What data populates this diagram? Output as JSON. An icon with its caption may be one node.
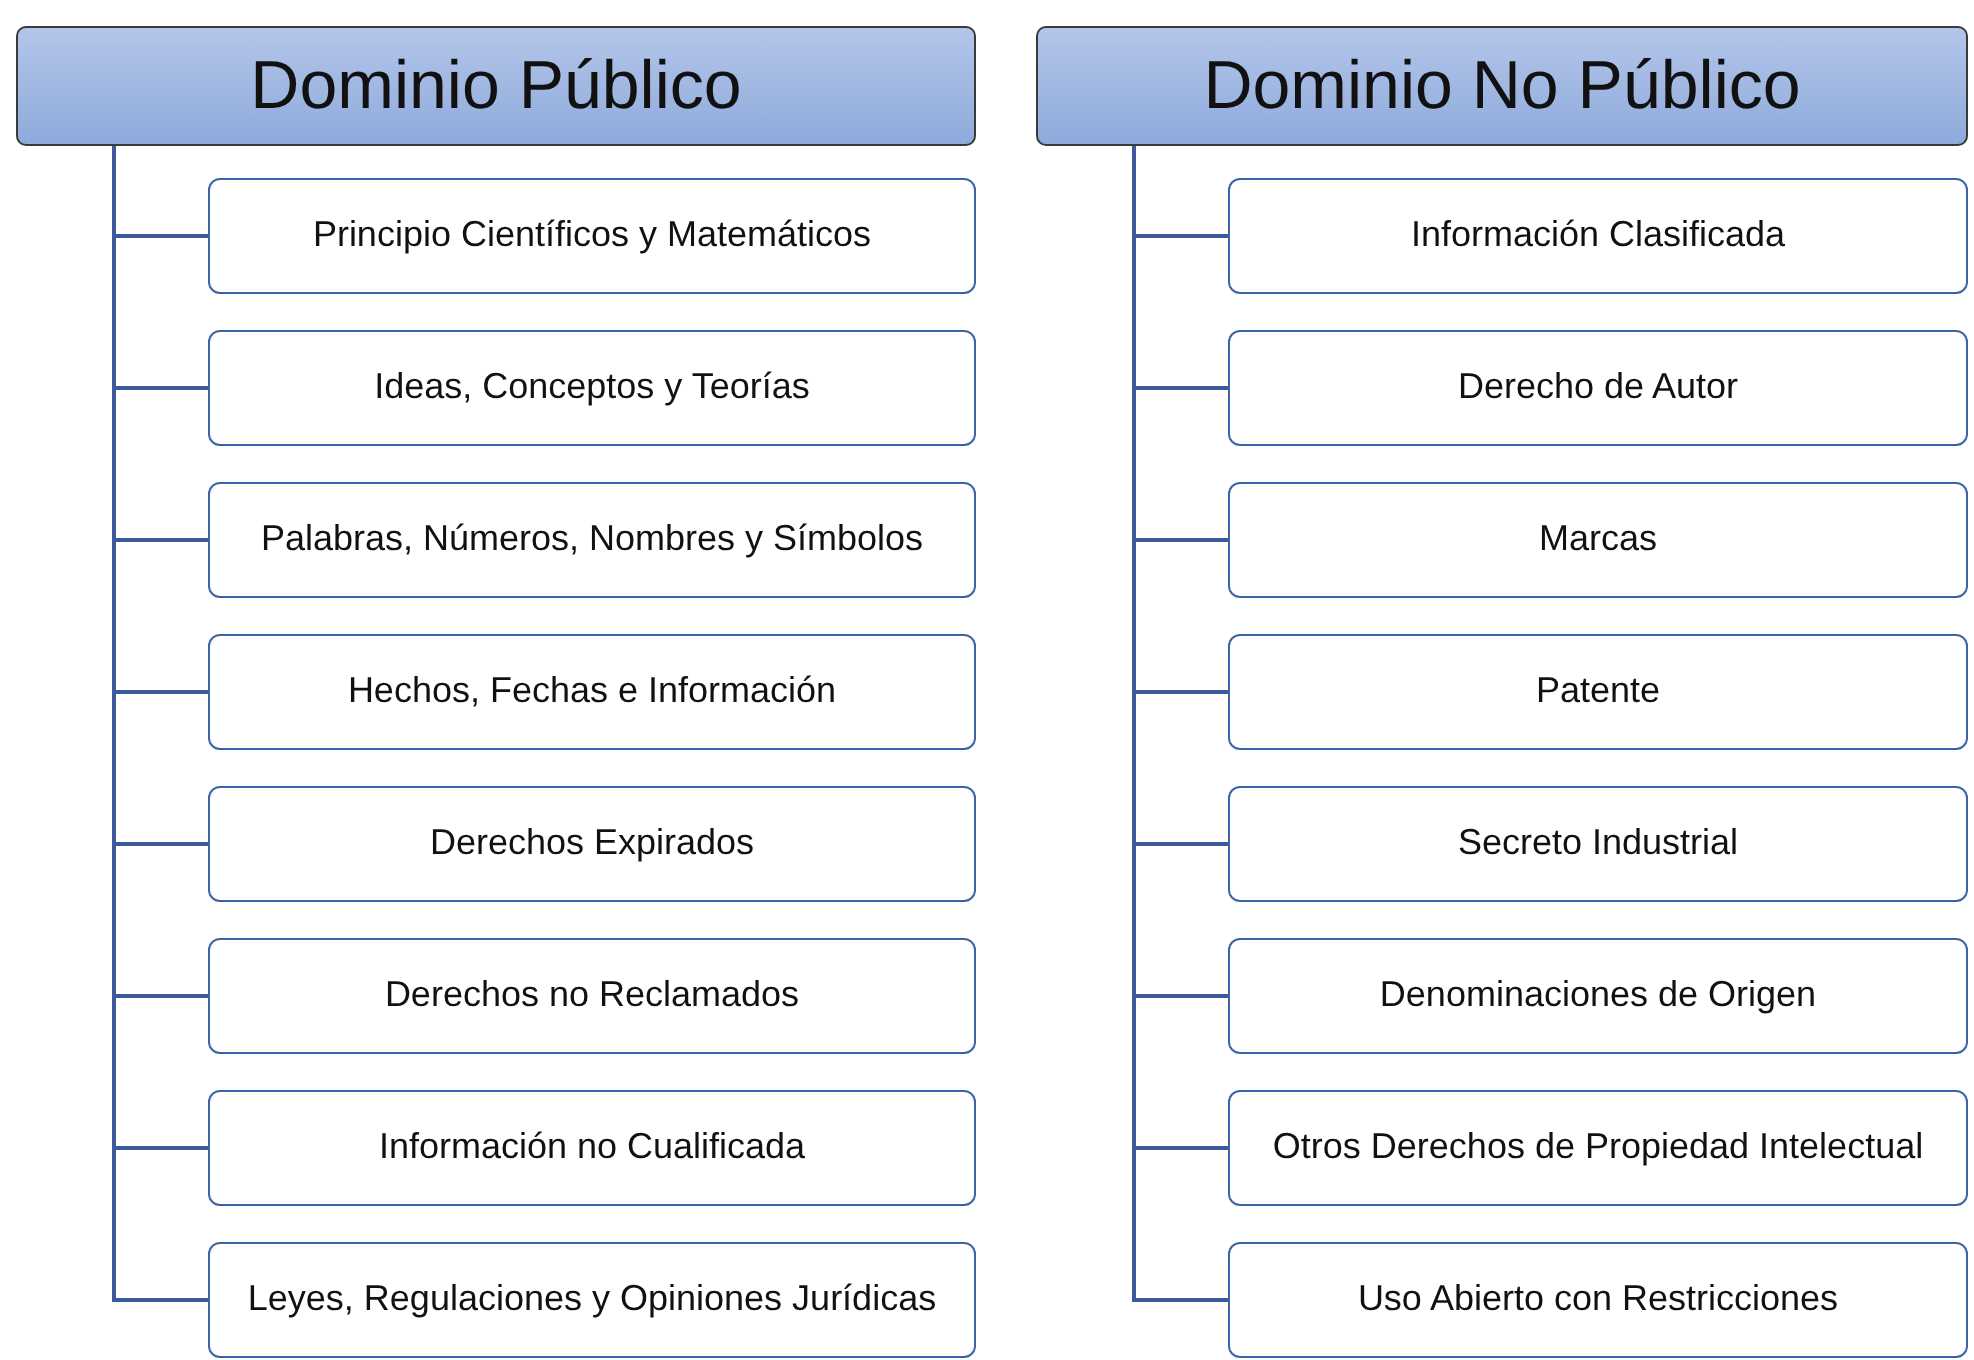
{
  "diagram": {
    "nodes": [
      {
        "text": [
          "Dominio Público"
        ]
      },
      {
        "text": [
          "Principio Científicos y Matemáticos"
        ]
      },
      {
        "text": [
          "Ideas, Conceptos y Teorías"
        ]
      },
      {
        "text": [
          "Palabras, Números, Nombres y Símbolos"
        ]
      },
      {
        "text": [
          "Hechos, Fechas e Información"
        ]
      },
      {
        "text": [
          "Derechos Expirados"
        ]
      },
      {
        "text": [
          "Derechos no Reclamados"
        ]
      },
      {
        "text": [
          "Información no Cualificada"
        ]
      },
      {
        "text": [
          "Leyes, Regulaciones y Opiniones Jurídicas"
        ]
      },
      {
        "text": [
          "Dominio No Público"
        ]
      },
      {
        "text": [
          "Información Clasificada"
        ]
      },
      {
        "text": [
          "Derecho de Autor"
        ]
      },
      {
        "text": [
          "Marcas"
        ]
      },
      {
        "text": [
          "Patente"
        ]
      },
      {
        "text": [
          "Secreto Industrial"
        ]
      },
      {
        "text": [
          "Denominaciones de Origen"
        ]
      },
      {
        "text": [
          "Otros Derechos de Propiedad Intelectual"
        ]
      },
      {
        "text": [
          "Uso Abierto con Restricciones"
        ]
      }
    ],
    "edges": [
      {
        "from": 0,
        "to": 1,
        "arrow": "none"
      },
      {
        "from": 0,
        "to": 2,
        "arrow": "none"
      },
      {
        "from": 0,
        "to": 3,
        "arrow": "none"
      },
      {
        "from": 0,
        "to": 4,
        "arrow": "none"
      },
      {
        "from": 0,
        "to": 5,
        "arrow": "none"
      },
      {
        "from": 0,
        "to": 6,
        "arrow": "none"
      },
      {
        "from": 0,
        "to": 7,
        "arrow": "none"
      },
      {
        "from": 0,
        "to": 8,
        "arrow": "none"
      },
      {
        "from": 9,
        "to": 10,
        "arrow": "none"
      },
      {
        "from": 9,
        "to": 11,
        "arrow": "none"
      },
      {
        "from": 9,
        "to": 12,
        "arrow": "none"
      },
      {
        "from": 9,
        "to": 13,
        "arrow": "none"
      },
      {
        "from": 9,
        "to": 14,
        "arrow": "none"
      },
      {
        "from": 9,
        "to": 15,
        "arrow": "none"
      },
      {
        "from": 9,
        "to": 16,
        "arrow": "none"
      },
      {
        "from": 9,
        "to": 17,
        "arrow": "none"
      }
    ]
  }
}
